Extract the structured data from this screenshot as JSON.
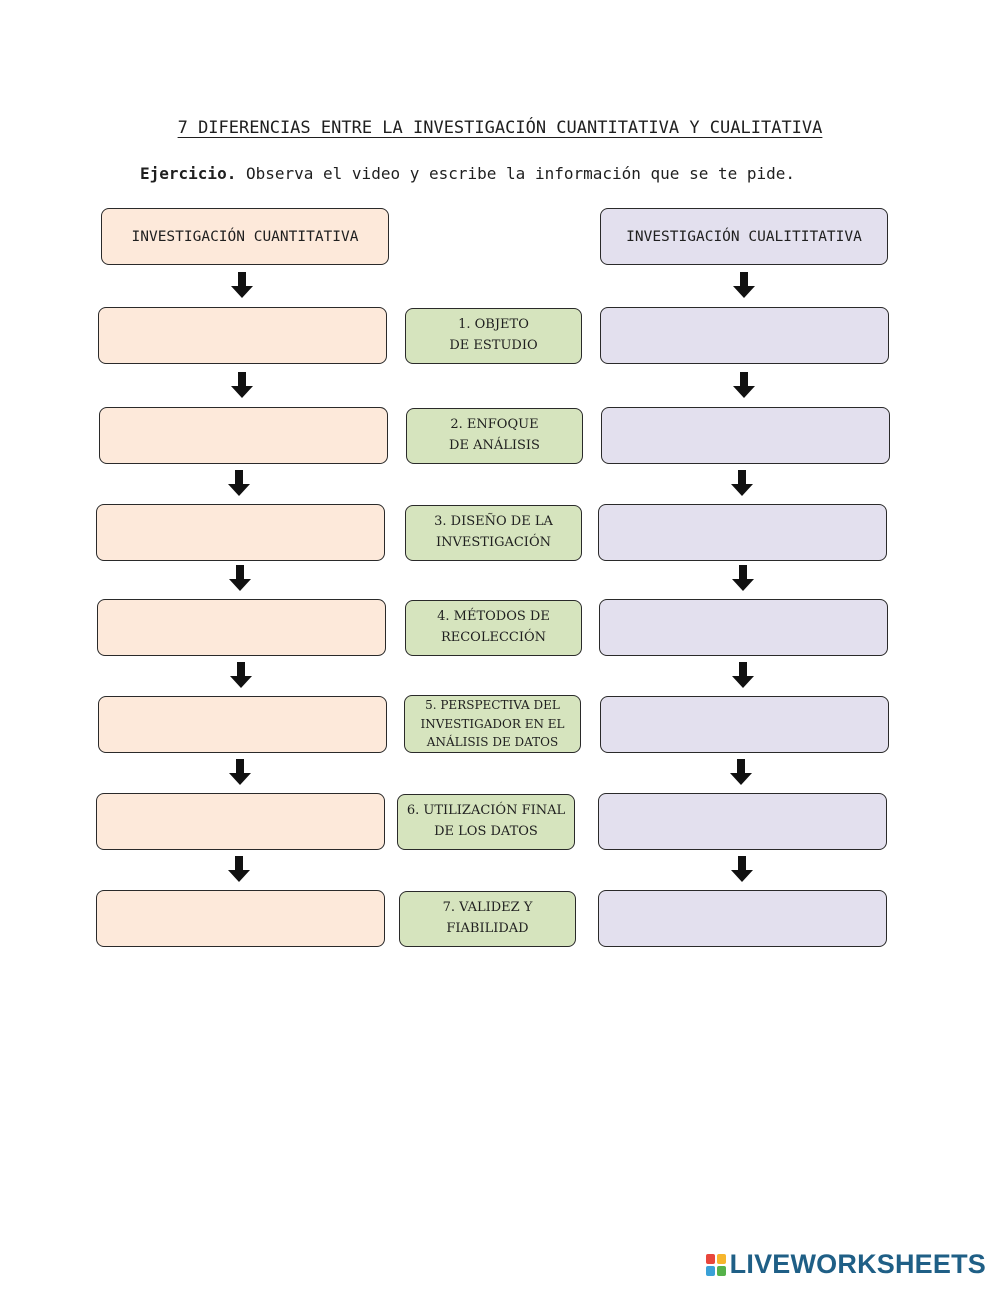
{
  "title": "7 DIFERENCIAS ENTRE LA INVESTIGACIÓN CUANTITATIVA Y CUALITATIVA",
  "instruction": {
    "bold": "Ejercicio.",
    "rest": " Observa el video y escribe la información que se te pide."
  },
  "headers": {
    "left": "INVESTIGACIÓN CUANTITATIVA",
    "right": "INVESTIGACIÓN CUALITITATIVA"
  },
  "rows": [
    {
      "label": "1. OBJETO\nDE ESTUDIO",
      "left_value": "",
      "right_value": ""
    },
    {
      "label": "2. ENFOQUE\nDE ANÁLISIS",
      "left_value": "",
      "right_value": ""
    },
    {
      "label": "3. DISEÑO DE LA\nINVESTIGACIÓN",
      "left_value": "",
      "right_value": ""
    },
    {
      "label": "4. MÉTODOS DE\nRECOLECCIÓN",
      "left_value": "",
      "right_value": ""
    },
    {
      "label": "5. PERSPECTIVA DEL\nINVESTIGADOR EN EL\nANÁLISIS DE DATOS",
      "left_value": "",
      "right_value": ""
    },
    {
      "label": "6. UTILIZACIÓN FINAL\nDE LOS DATOS",
      "left_value": "",
      "right_value": ""
    },
    {
      "label": "7. VALIDEZ Y\nFIABILIDAD",
      "left_value": "",
      "right_value": ""
    }
  ],
  "colors": {
    "quantitative": "#fde9da",
    "qualitative": "#e3e0ee",
    "criteria": "#d6e4be",
    "logo": "#1f5f86"
  },
  "logo": {
    "icon": "liveworksheets-logo-icon",
    "text": "LIVEWORKSHEETS"
  }
}
